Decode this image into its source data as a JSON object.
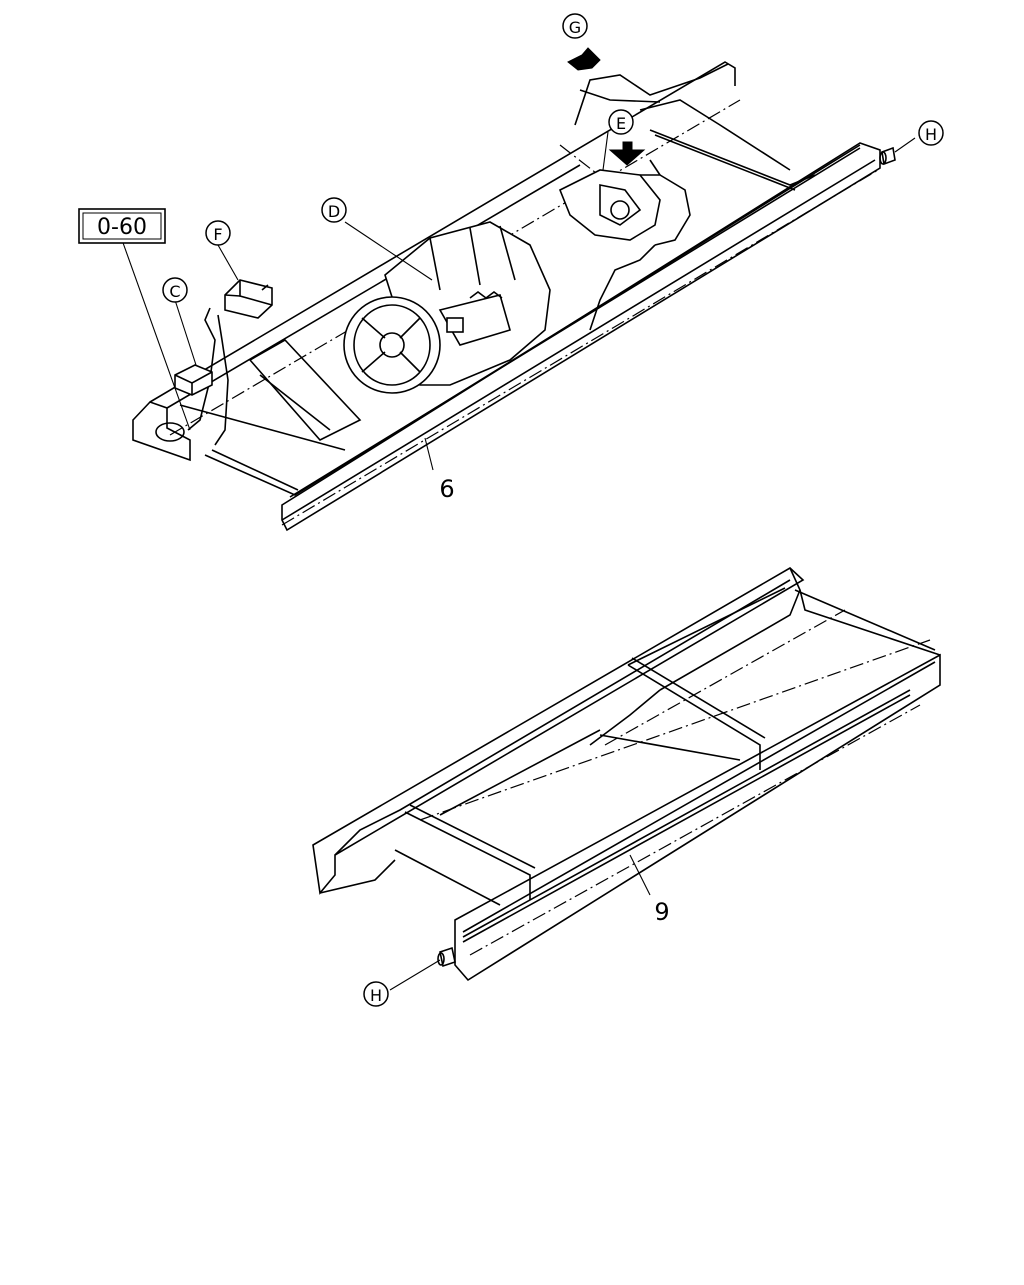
{
  "diagram": {
    "callouts": {
      "o60": "0-60",
      "c": "C",
      "d": "D",
      "e": "E",
      "f": "F",
      "g": "G",
      "h_top": "H",
      "h_bottom": "H"
    },
    "part_numbers": {
      "top_harness": "6",
      "bottom_harness": "9"
    }
  }
}
